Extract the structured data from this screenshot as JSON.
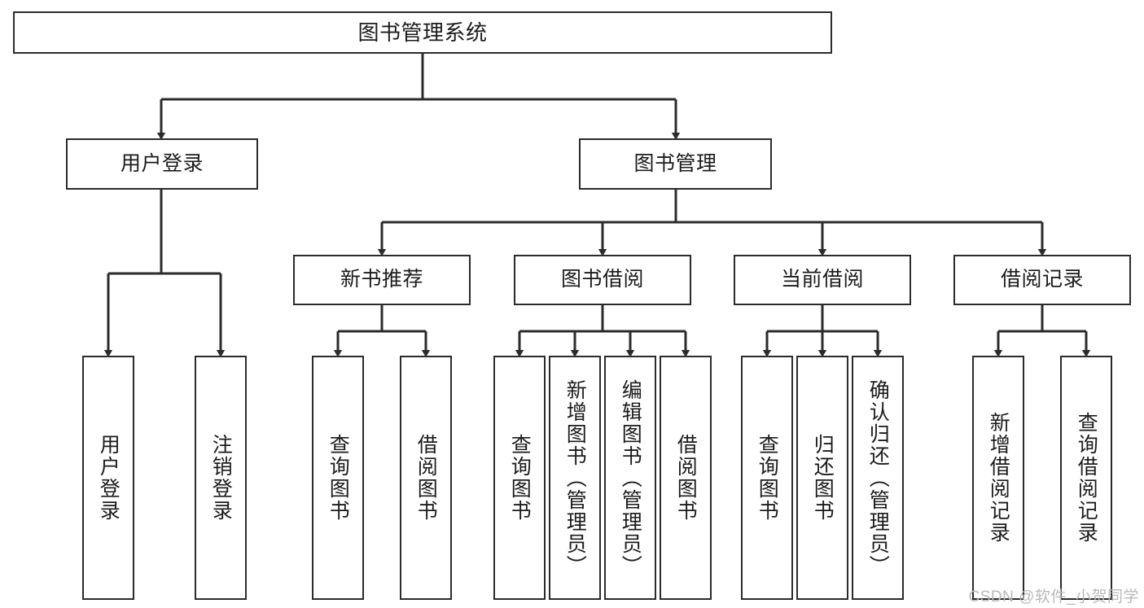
{
  "diagram": {
    "title": "图书管理系统",
    "type": "tree-hierarchy",
    "watermark": "CSDN @软件_小贺同学",
    "colors": {
      "box_border": "#2b2b2b",
      "box_fill": "#ffffff",
      "connector": "#2b2b2b",
      "text": "#1b1b1b",
      "watermark": "#b9b9b9",
      "background": "#ffffff"
    }
  },
  "nodes": {
    "root": {
      "label": "图书管理系统"
    },
    "level2": [
      {
        "id": "user-login",
        "label": "用户登录"
      },
      {
        "id": "book-manage",
        "label": "图书管理"
      }
    ],
    "level3": [
      {
        "id": "new-book-recommend",
        "label": "新书推荐"
      },
      {
        "id": "book-borrow",
        "label": "图书借阅"
      },
      {
        "id": "current-borrow",
        "label": "当前借阅"
      },
      {
        "id": "borrow-record",
        "label": "借阅记录"
      }
    ],
    "leaves": [
      {
        "id": "leaf-user-login",
        "parent": "user-login",
        "label": "用户登录"
      },
      {
        "id": "leaf-logout",
        "parent": "user-login",
        "label": "注销登录"
      },
      {
        "id": "leaf-query-book-1",
        "parent": "new-book-recommend",
        "label": "查询图书"
      },
      {
        "id": "leaf-borrow-book-1",
        "parent": "new-book-recommend",
        "label": "借阅图书"
      },
      {
        "id": "leaf-query-book-2",
        "parent": "book-borrow",
        "label": "查询图书"
      },
      {
        "id": "leaf-add-book",
        "parent": "book-borrow",
        "label": "新增图书（管理员）"
      },
      {
        "id": "leaf-edit-book",
        "parent": "book-borrow",
        "label": "编辑图书（管理员）"
      },
      {
        "id": "leaf-borrow-book-2",
        "parent": "book-borrow",
        "label": "借阅图书"
      },
      {
        "id": "leaf-query-book-3",
        "parent": "current-borrow",
        "label": "查询图书"
      },
      {
        "id": "leaf-return-book",
        "parent": "current-borrow",
        "label": "归还图书"
      },
      {
        "id": "leaf-confirm-return",
        "parent": "current-borrow",
        "label": "确认归还（管理员）"
      },
      {
        "id": "leaf-add-borrow-record",
        "parent": "borrow-record",
        "label": "新增借阅记录"
      },
      {
        "id": "leaf-query-borrow-record",
        "parent": "borrow-record",
        "label": "查询借阅记录"
      }
    ]
  }
}
